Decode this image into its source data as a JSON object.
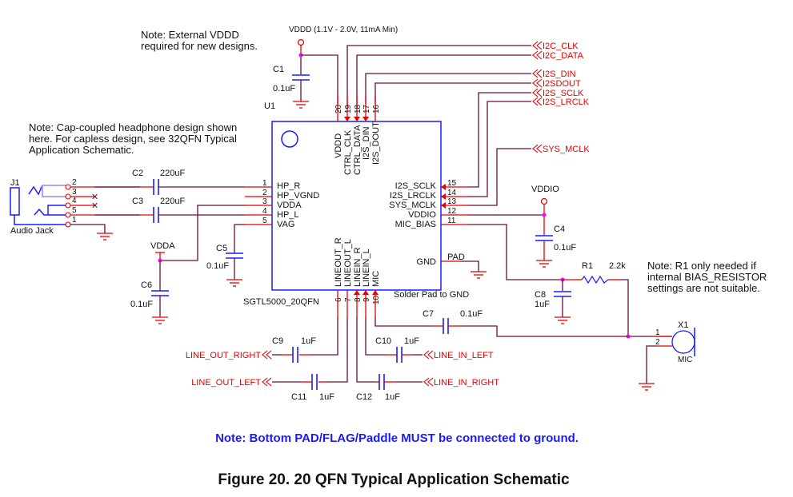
{
  "notes": {
    "vddd_line1": "Note: External VDDD",
    "vddd_line2": "required for new designs.",
    "headphone_line1": "Note: Cap-coupled headphone design shown",
    "headphone_line2": "here. For capless design, see 32QFN Typical",
    "headphone_line3": "Application Schematic.",
    "r1_line1": "Note: R1 only needed if",
    "r1_line2": "internal BIAS_RESISTOR",
    "r1_line3": "settings are not suitable.",
    "pad_note": "Note: Bottom PAD/FLAG/Paddle MUST be connected to ground."
  },
  "caption": "Figure 20. 20 QFN Typical Application Schematic",
  "power": {
    "vddd": "VDDD (1.1V - 2.0V, 11mA Min)",
    "vddio": "VDDIO",
    "vdda": "VDDA"
  },
  "ic": {
    "ref": "U1",
    "part": "SGTL5000_20QFN",
    "solder_pad": "Solder Pad to GND",
    "pad_label": "PAD",
    "left_pins": [
      {
        "num": "1",
        "name": "HP_R"
      },
      {
        "num": "2",
        "name": "HP_VGND"
      },
      {
        "num": "3",
        "name": "VDDA"
      },
      {
        "num": "4",
        "name": "HP_L"
      },
      {
        "num": "5",
        "name": "VAG"
      }
    ],
    "bottom_pins": [
      {
        "num": "6",
        "name": "LINEOUT_R"
      },
      {
        "num": "7",
        "name": "LINEOUT_L"
      },
      {
        "num": "8",
        "name": "LINEIN_R"
      },
      {
        "num": "9",
        "name": "LINEIN_L"
      },
      {
        "num": "10",
        "name": "MIC"
      }
    ],
    "right_pins": [
      {
        "num": "15",
        "name": "I2S_SCLK"
      },
      {
        "num": "14",
        "name": "I2S_LRCLK"
      },
      {
        "num": "13",
        "name": "SYS_MCLK"
      },
      {
        "num": "12",
        "name": "VDDIO"
      },
      {
        "num": "11",
        "name": "MIC_BIAS"
      }
    ],
    "gnd_pin": "GND",
    "top_pins": [
      {
        "num": "20",
        "name": "VDDD"
      },
      {
        "num": "19",
        "name": "CTRL_CLK"
      },
      {
        "num": "18",
        "name": "CTRL_DATA"
      },
      {
        "num": "17",
        "name": "I2S_DIN"
      },
      {
        "num": "16",
        "name": "I2S_DOUT"
      }
    ]
  },
  "nets": {
    "i2c_clk": "I2C_CLK",
    "i2c_data": "I2C_DATA",
    "i2s_din": "I2S_DIN",
    "i2s_dout": "I2SDOUT",
    "i2s_sclk": "I2S_SCLK",
    "i2s_lrclk": "I2S_LRCLK",
    "sys_mclk": "SYS_MCLK",
    "line_out_right": "LINE_OUT_RIGHT",
    "line_out_left": "LINE_OUT_LEFT",
    "line_in_left": "LINE_IN_LEFT",
    "line_in_right": "LINE_IN_RIGHT"
  },
  "components": {
    "c1": {
      "ref": "C1",
      "value": "0.1uF"
    },
    "c2": {
      "ref": "C2",
      "value": "220uF"
    },
    "c3": {
      "ref": "C3",
      "value": "220uF"
    },
    "c4": {
      "ref": "C4",
      "value": "0.1uF"
    },
    "c5": {
      "ref": "C5",
      "value": "0.1uF"
    },
    "c6": {
      "ref": "C6",
      "value": "0.1uF"
    },
    "c7": {
      "ref": "C7",
      "value": "0.1uF"
    },
    "c8": {
      "ref": "C8",
      "value": "1uF"
    },
    "c9": {
      "ref": "C9",
      "value": "1uF"
    },
    "c10": {
      "ref": "C10",
      "value": "1uF"
    },
    "c11": {
      "ref": "C11",
      "value": "1uF"
    },
    "c12": {
      "ref": "C12",
      "value": "1uF"
    },
    "r1": {
      "ref": "R1",
      "value": "2.2k"
    },
    "j1": {
      "ref": "J1",
      "name": "Audio Jack",
      "pins": [
        "2",
        "3",
        "4",
        "5",
        "1"
      ]
    },
    "x1": {
      "ref": "X1",
      "name": "MIC",
      "pins": [
        "1",
        "2"
      ]
    }
  }
}
